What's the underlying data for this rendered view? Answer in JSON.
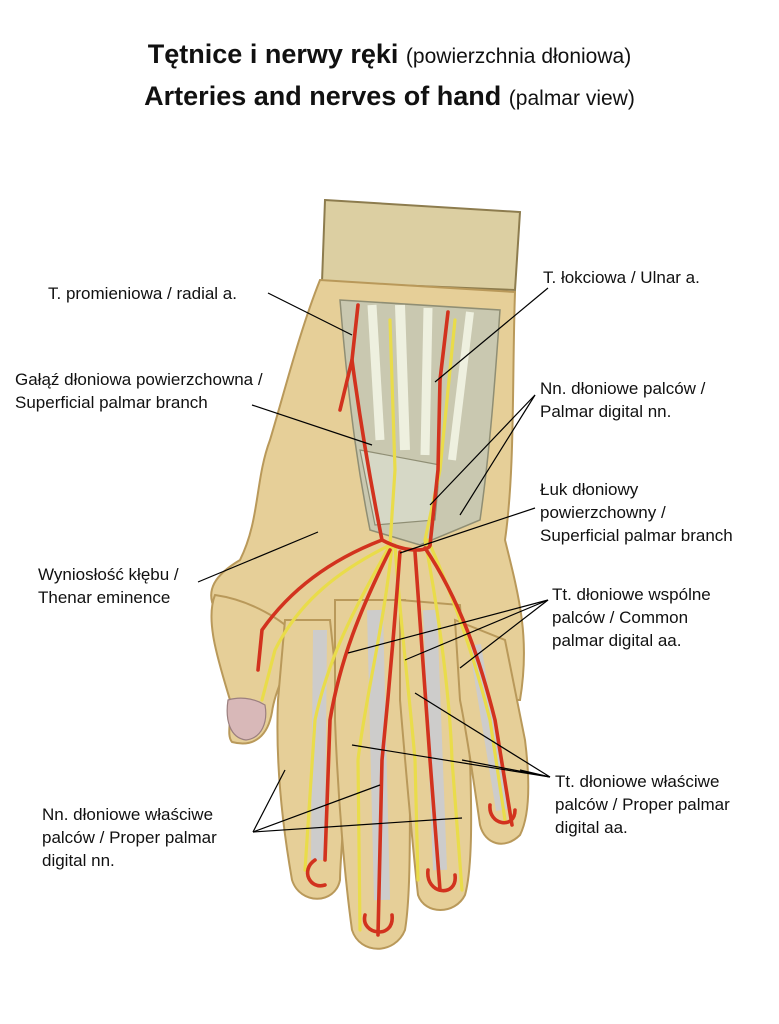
{
  "title": {
    "line1_bold": "Tętnice i nerwy ręki",
    "line1_sub": "(powierzchnia dłoniowa)",
    "line2_bold": "Arteries and nerves of hand",
    "line2_sub": "(palmar view)"
  },
  "labels": {
    "radial": "T. promieniowa / radial a.",
    "ulnar": "T. łokciowa / Ulnar a.",
    "superficial_branch": [
      "Gałąź dłoniowa powierzchowna /",
      "Superficial palmar branch"
    ],
    "palmar_digital_nerves": [
      "Nn. dłoniowe palców /",
      "Palmar digital nn."
    ],
    "superficial_arch": [
      "Łuk dłoniowy",
      "powierzchowny /",
      "Superficial palmar branch"
    ],
    "thenar": [
      "Wyniosłość kłębu /",
      "Thenar eminence"
    ],
    "common_digital": [
      "Tt. dłoniowe wspólne",
      "palców / Common",
      "palmar digital aa."
    ],
    "proper_digital_aa": [
      "Tt. dłoniowe właściwe",
      "palców / Proper palmar",
      "digital aa."
    ],
    "proper_digital_nn": [
      "Nn. dłoniowe właściwe",
      "palców / Proper palmar",
      "digital nn."
    ]
  },
  "colors": {
    "skin": "#e6cf98",
    "skin_edge": "#b9995a",
    "tissue": "#c9c8b0",
    "tendon": "#d6d8c6",
    "artery": "#d2321e",
    "nerve": "#e9dc4a",
    "leader": "#000000"
  }
}
